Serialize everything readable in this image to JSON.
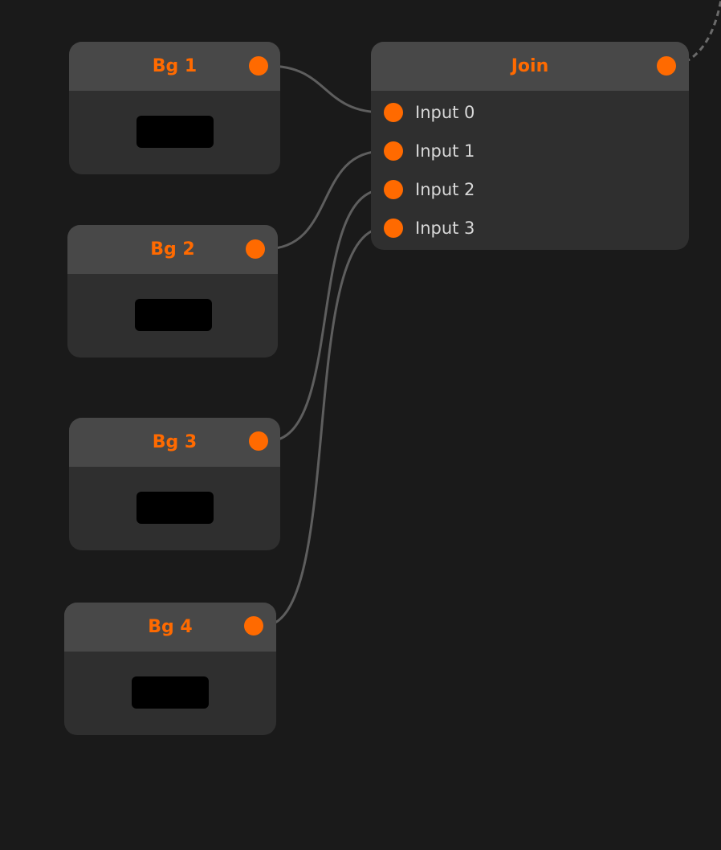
{
  "nodes": {
    "bg1": {
      "title": "Bg 1",
      "color": "#000000"
    },
    "bg2": {
      "title": "Bg 2",
      "color": "#000000"
    },
    "bg3": {
      "title": "Bg 3",
      "color": "#000000"
    },
    "bg4": {
      "title": "Bg 4",
      "color": "#000000"
    },
    "join": {
      "title": "Join",
      "inputs": [
        "Input 0",
        "Input 1",
        "Input 2",
        "Input 3"
      ]
    }
  },
  "colors": {
    "accent": "#ff6a00",
    "wire": "#5a5a5a",
    "canvas": "#1a1a1a"
  }
}
